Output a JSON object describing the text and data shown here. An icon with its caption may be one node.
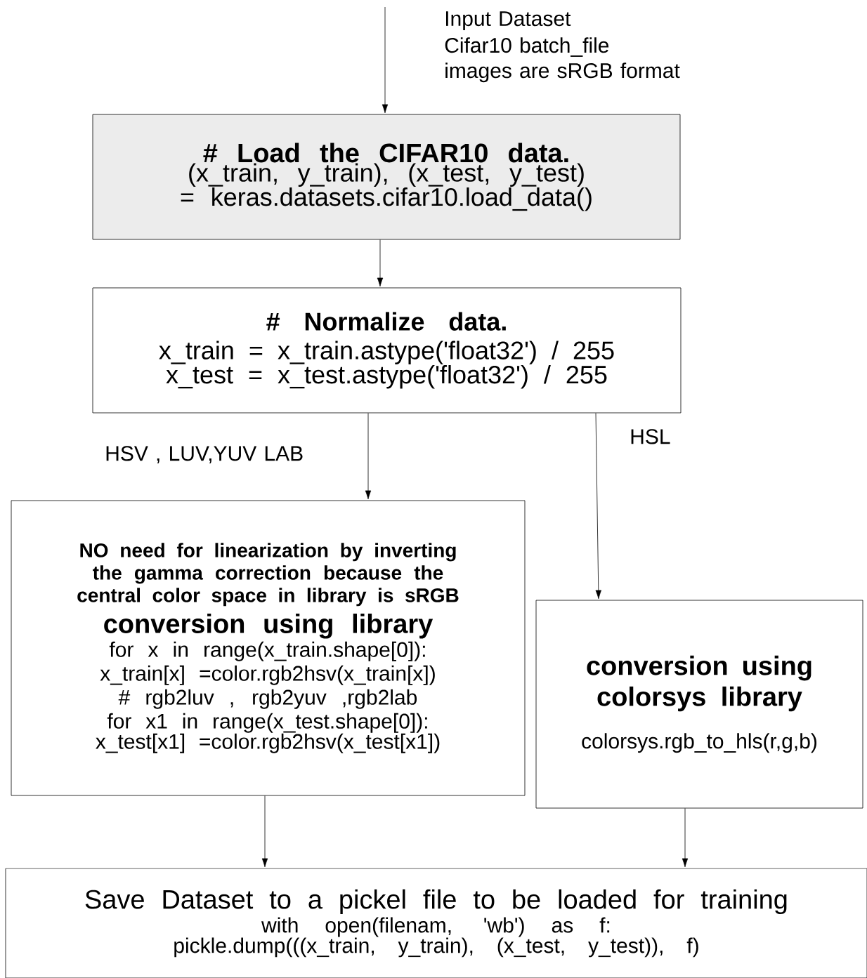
{
  "diagram": {
    "nodes": [
      {
        "text": [
          "# Load the CIFAR10 data.",
          "(x_train, y_train), (x_test, y_test) = keras.datasets.cifar10.load_data()"
        ]
      },
      {
        "text": [
          "# Normalize data.",
          "x_train = x_train.astype('float32') / 255",
          "x_test = x_test.astype('float32') / 255"
        ]
      },
      {
        "text": [
          "NO need for linearization by inverting the gamma correction because the central color space in library is sRGB",
          "conversion using library",
          "for x in range(x_train.shape[0]):",
          "x_train[x] =color.rgb2hsv(x_train[x])",
          "#  rgb2luv  ,   rgb2yuv  ,rgb2lab",
          "for x1 in range(x_test.shape[0]):",
          "x_test[x1] =color.rgb2hsv(x_test[x1])"
        ]
      },
      {
        "text": [
          "conversion using colorsys library",
          "colorsys.rgb_to_hls(r,g,b)"
        ]
      },
      {
        "text": [
          "Save Dataset to a pickel file to be loaded for training",
          "with open(filenam, 'wb') as f:",
          "pickle.dump(((x_train, y_train), (x_test, y_test)), f)"
        ]
      }
    ],
    "edges": [
      {
        "from": null,
        "to": 0,
        "arrow": "to"
      },
      {
        "from": 0,
        "to": 1,
        "arrow": "to"
      },
      {
        "from": 1,
        "to": 2,
        "arrow": "to",
        "label": "HSV , LUV,YUV LAB"
      },
      {
        "from": 1,
        "to": 3,
        "arrow": "to",
        "label": "HSL"
      },
      {
        "from": 2,
        "to": 4,
        "arrow": "to"
      },
      {
        "from": 3,
        "to": 4,
        "arrow": "to"
      }
    ],
    "labels": [
      "Input Dataset",
      "Cifar10 batch_file",
      "images are sRGB format"
    ]
  }
}
